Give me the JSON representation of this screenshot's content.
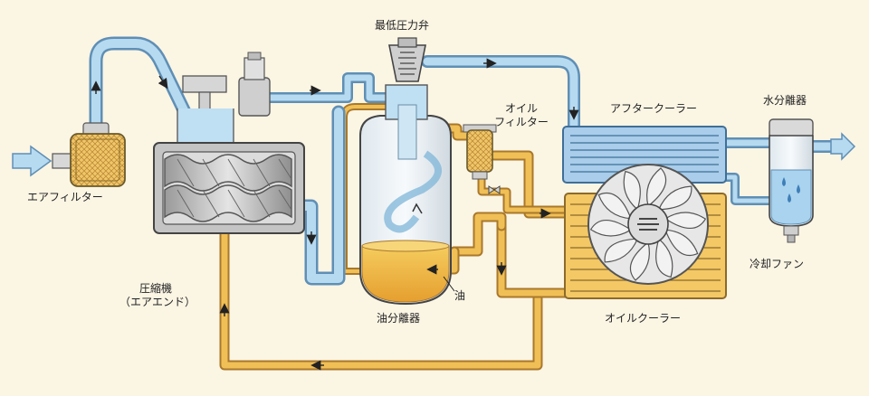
{
  "labels": {
    "air_filter": "エアフィルター",
    "compressor_line1": "圧縮機",
    "compressor_line2": "（エアエンド）",
    "min_pressure_valve": "最低圧力弁",
    "oil_filter_line1": "オイル",
    "oil_filter_line2": "フィルター",
    "aftercooler": "アフタークーラー",
    "water_separator": "水分離器",
    "cooling_fan": "冷却ファン",
    "oil_cooler": "オイルクーラー",
    "oil_separator": "油分離器",
    "oil": "油"
  },
  "colors": {
    "air": "#a9d3ee",
    "air_edge": "#5f8fb5",
    "oil": "#efb84a",
    "oil_edge": "#a9782b",
    "metal": "#c9c9c9",
    "metal_edge": "#555555",
    "background": "#fbf5e4"
  }
}
